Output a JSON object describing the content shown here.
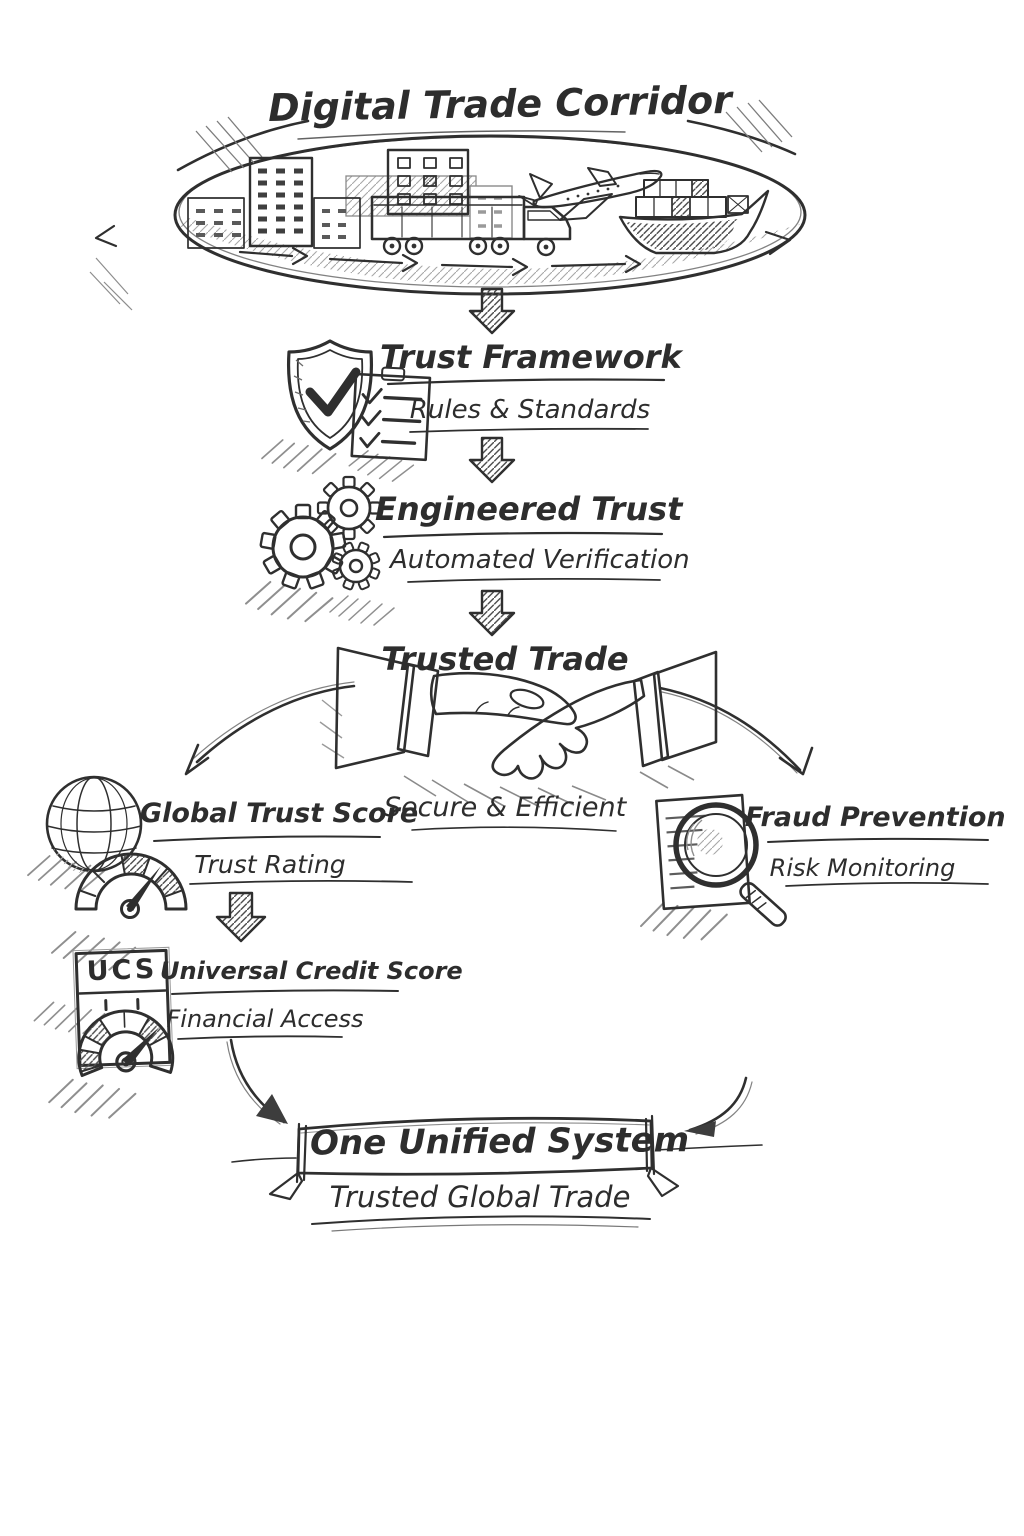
{
  "page": {
    "paper_color": "#ffffff",
    "ink_color": "#2d2d2d"
  },
  "header": {
    "title": "Digital Trade Corridor"
  },
  "corridor": {
    "elements": [
      "buildings-icon",
      "cargo-truck-icon",
      "airplane-icon",
      "container-ship-icon"
    ]
  },
  "flow": {
    "trust_framework": {
      "title": "Trust Framework",
      "subtitle": "Rules & Standards",
      "icon": "shield-check-clipboard-icon"
    },
    "engineered_trust": {
      "title": "Engineered Trust",
      "subtitle": "Automated Verification",
      "icon": "gears-icon"
    },
    "trusted_trade": {
      "title": "Trusted Trade",
      "subtitle": "Secure & Efficient",
      "icon": "handshake-icon"
    },
    "global_trust_score": {
      "title": "Global Trust Score",
      "subtitle": "Trust Rating",
      "icon": "globe-gauge-icon"
    },
    "fraud_prevention": {
      "title": "Fraud Prevention",
      "subtitle": "Risk Monitoring",
      "icon": "document-magnifier-icon"
    },
    "universal_credit_score": {
      "title": "Universal Credit Score",
      "subtitle": "Financial Access",
      "badge": "UCS",
      "icon": "credit-score-card-icon"
    },
    "one_unified_system": {
      "title": "One Unified System",
      "subtitle": "Trusted Global Trade",
      "icon": "ribbon-banner"
    }
  }
}
